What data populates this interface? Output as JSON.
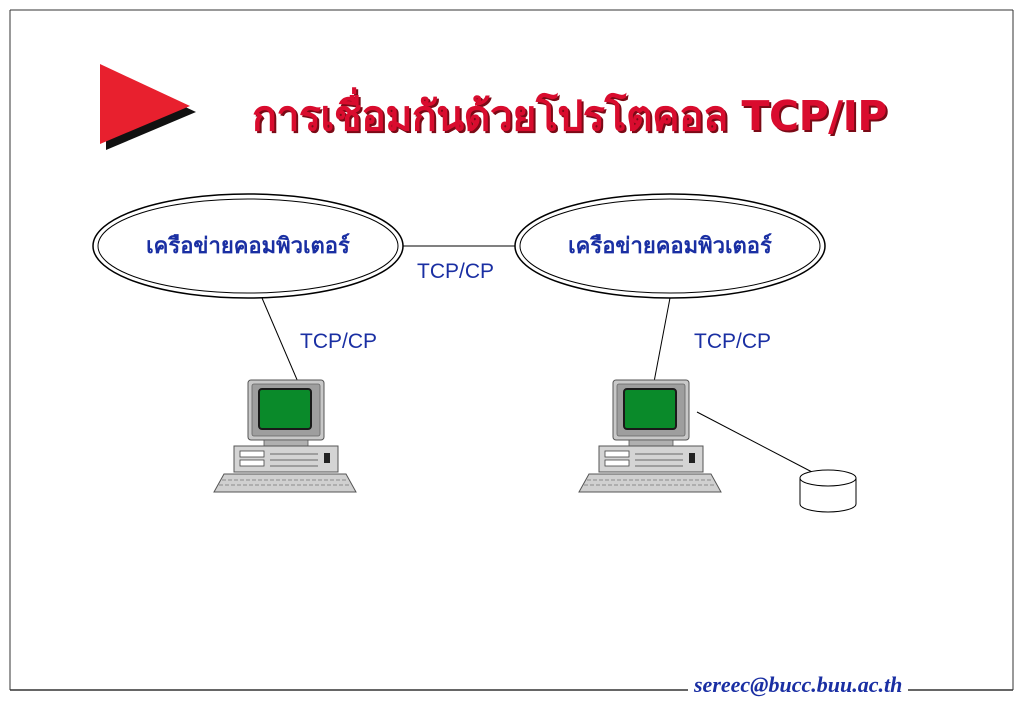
{
  "slide": {
    "title": "การเชื่อมกันด้วยโปรโตคอล TCP/IP",
    "footer_email": "sereec@bucc.buu.ac.th"
  },
  "networks": [
    {
      "label": "เครือข่ายคอมพิวเตอร์"
    },
    {
      "label": "เครือข่ายคอมพิวเตอร์"
    }
  ],
  "links": {
    "network_to_network": "TCP/CP",
    "left_computer": "TCP/CP",
    "right_computer": "TCP/CP"
  },
  "colors": {
    "title": "#d90c2e",
    "text_blue": "#1a2fa3",
    "bullet": "#e8202e",
    "screen": "#0a8a2a",
    "monitor": "#c8c8c8"
  },
  "icons": [
    "bullet-triangle-icon",
    "computer-icon",
    "disk-storage-icon"
  ]
}
